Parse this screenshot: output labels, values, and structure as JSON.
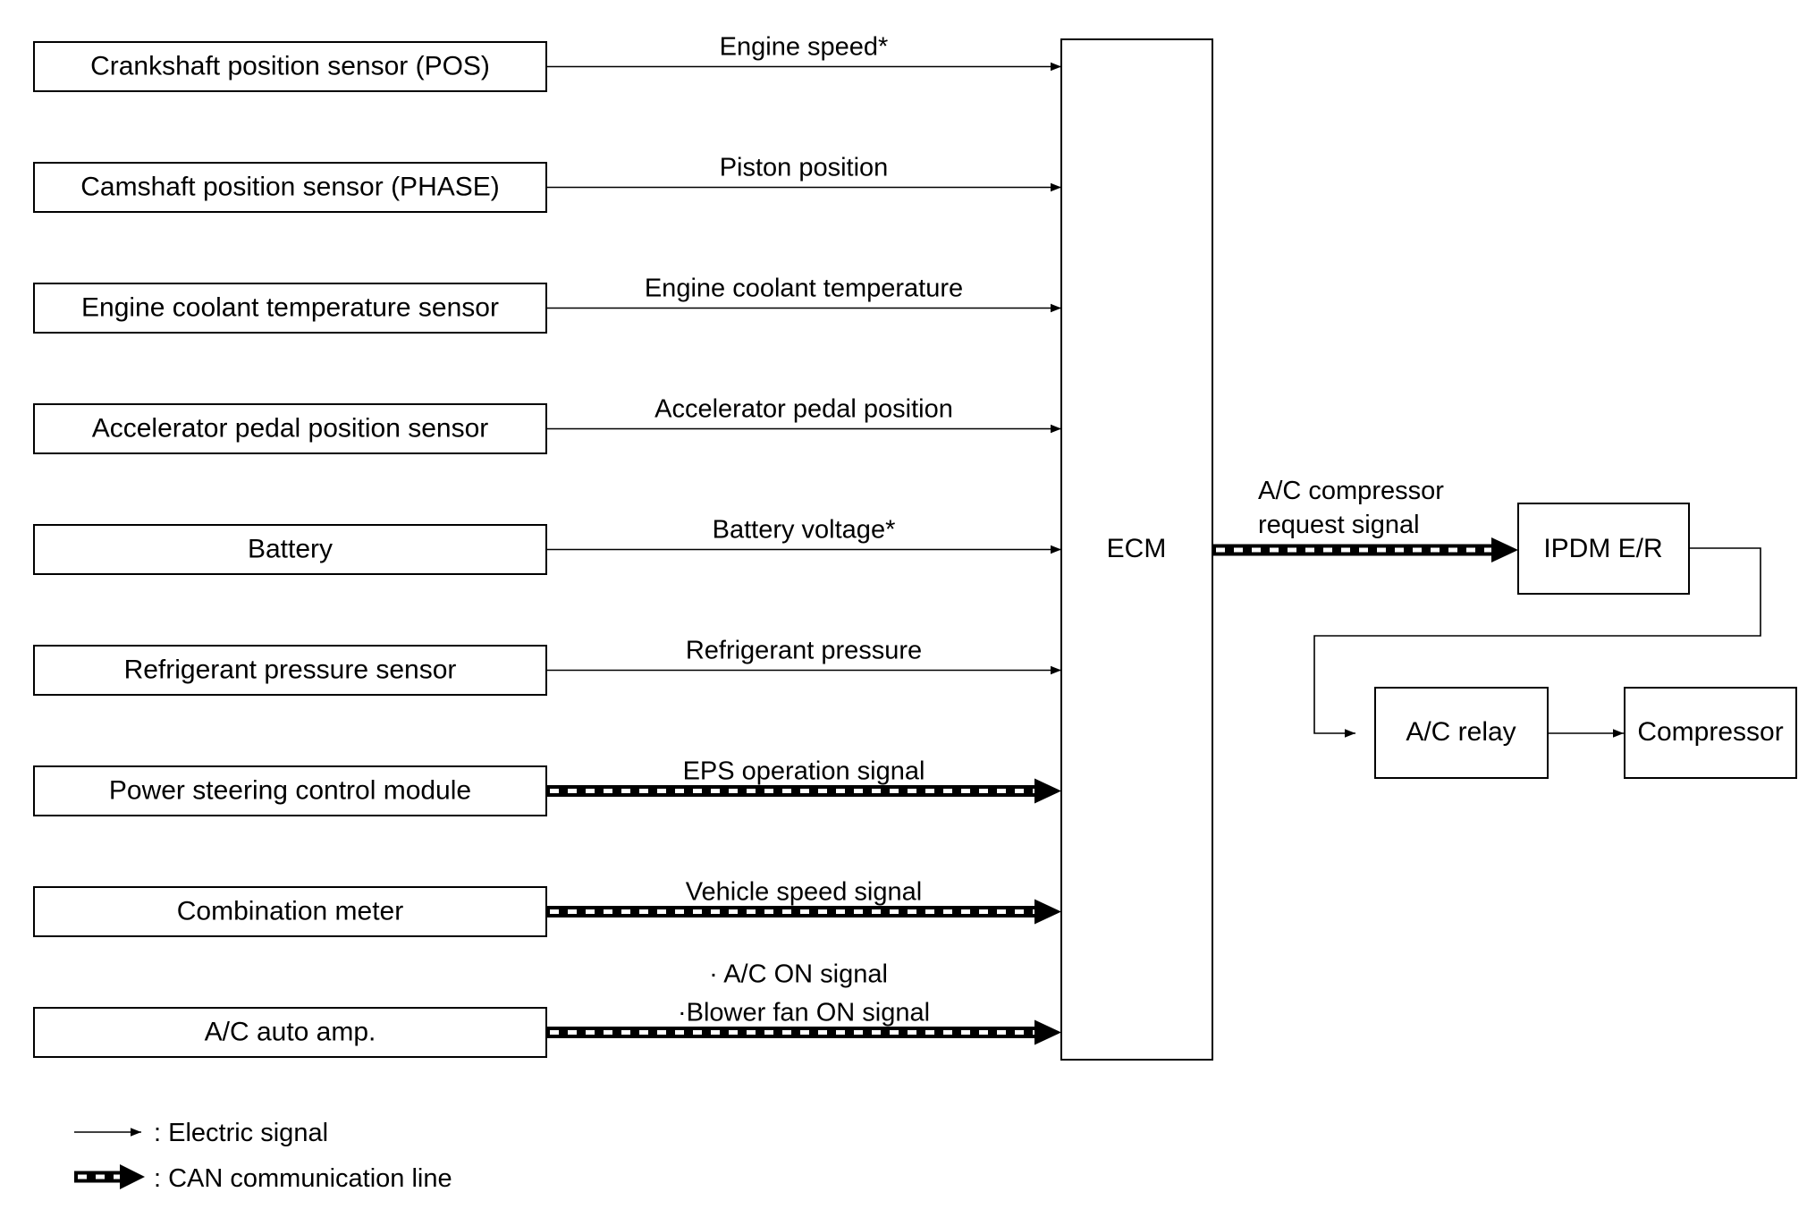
{
  "ecm": {
    "label": "ECM"
  },
  "inputs": [
    {
      "sensor": "Crankshaft position sensor (POS)",
      "signal": "Engine speed*",
      "type": "electric"
    },
    {
      "sensor": "Camshaft position sensor (PHASE)",
      "signal": "Piston position",
      "type": "electric"
    },
    {
      "sensor": "Engine coolant temperature sensor",
      "signal": "Engine coolant temperature",
      "type": "electric"
    },
    {
      "sensor": "Accelerator pedal position sensor",
      "signal": "Accelerator pedal position",
      "type": "electric"
    },
    {
      "sensor": "Battery",
      "signal": "Battery voltage*",
      "type": "electric"
    },
    {
      "sensor": "Refrigerant pressure sensor",
      "signal": "Refrigerant pressure",
      "type": "electric"
    },
    {
      "sensor": "Power steering control module",
      "signal": "EPS operation signal",
      "type": "can"
    },
    {
      "sensor": "Combination meter",
      "signal": "Vehicle speed signal",
      "type": "can"
    },
    {
      "sensor": "A/C auto amp.",
      "signal": "·Blower fan ON  signal",
      "signal_extra": "· A/C ON signal",
      "type": "can"
    }
  ],
  "output": {
    "signal_line1": "A/C compressor",
    "signal_line2": "request signal",
    "ipdm": "IPDM E/R",
    "relay": "A/C relay",
    "compressor": "Compressor"
  },
  "legend": {
    "electric": ": Electric signal",
    "can": ": CAN communication line"
  }
}
